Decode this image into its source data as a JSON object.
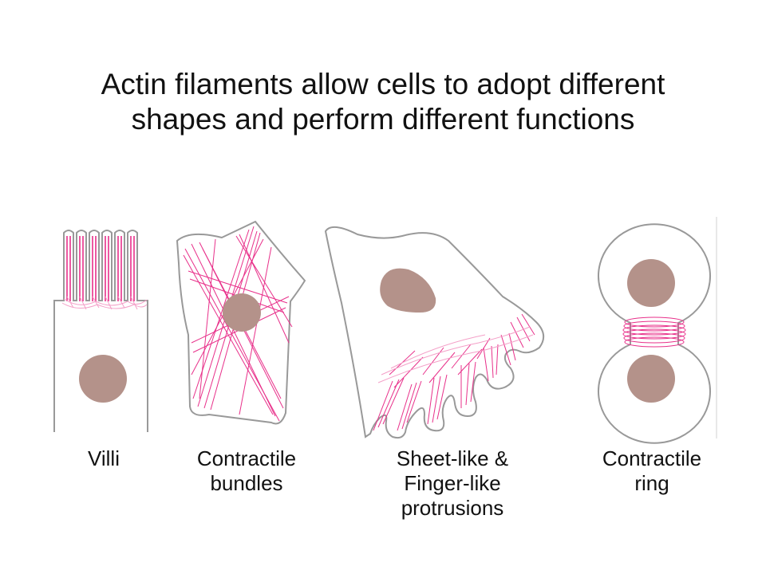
{
  "title": {
    "line1": "Actin filaments allow cells to adopt different",
    "line2": "shapes and perform different functions"
  },
  "labels": {
    "villi": {
      "line1": "Villi"
    },
    "contractile_bundles": {
      "line1": "Contractile",
      "line2": "bundles"
    },
    "protrusions": {
      "line1": "Sheet-like &",
      "line2": "Finger-like",
      "line3": "protrusions"
    },
    "contractile_ring": {
      "line1": "Contractile",
      "line2": "ring"
    }
  },
  "colors": {
    "actin": "#e8308a",
    "actin_light": "#f4a0c8",
    "nucleus": "#b4928a",
    "membrane": "#999999"
  }
}
